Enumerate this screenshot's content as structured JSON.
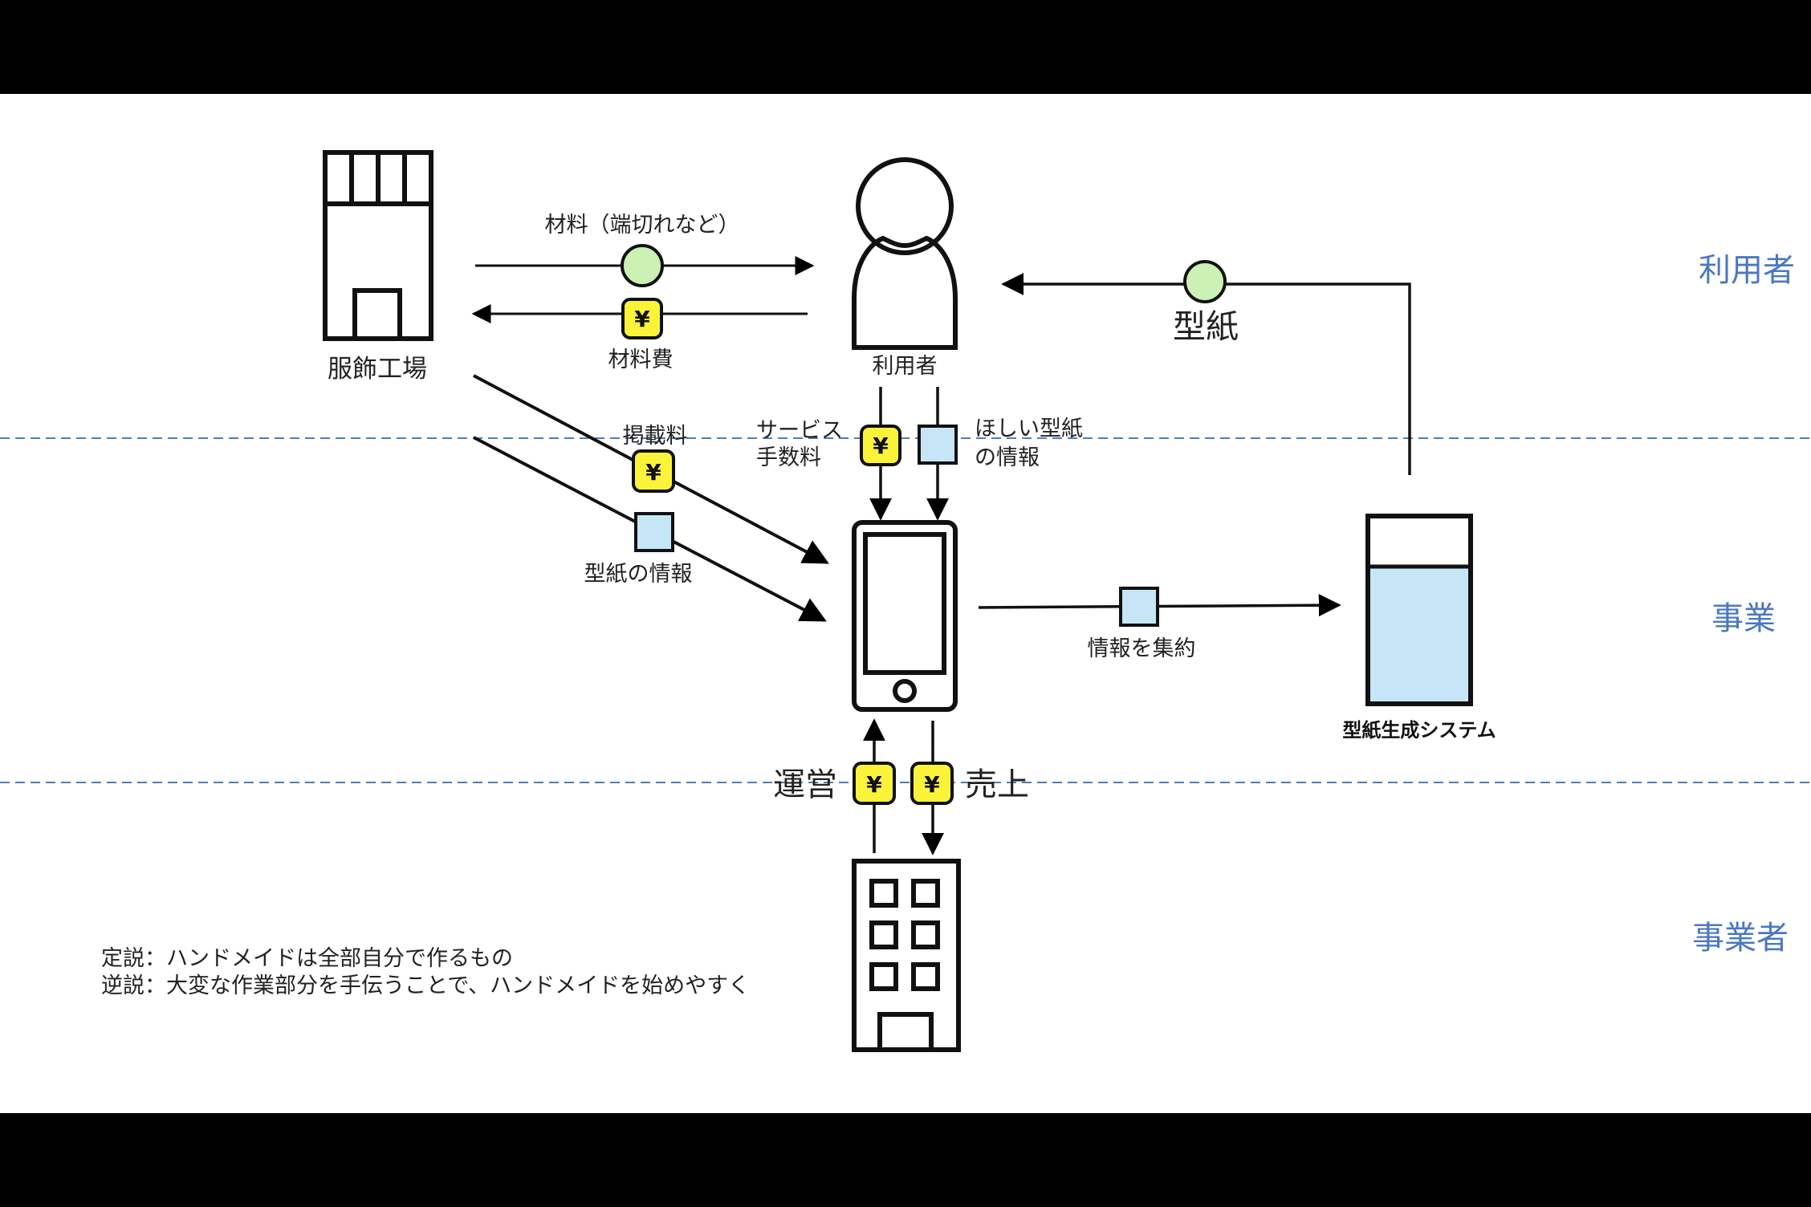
{
  "band_labels": {
    "user": "利用者",
    "business": "事業",
    "operator": "事業者"
  },
  "actors": {
    "factory": "服飾工場",
    "user": "利用者",
    "system": "型紙生成システム"
  },
  "flows": {
    "materials": "材料（端切れなど）",
    "material_cost": "材料費",
    "pattern": "型紙",
    "listing_fee_line1": "掲載料",
    "pattern_info": "型紙の情報",
    "service_fee_line1": "サービス",
    "service_fee_line2": "手数料",
    "wanted_line1": "ほしい型紙",
    "wanted_line2": "の情報",
    "aggregate": "情報を集約",
    "operation": "運営",
    "sales": "売上"
  },
  "yen_symbol": "¥",
  "hypothesis": {
    "line1": "定説：ハンドメイドは全部自分で作るもの",
    "line2": "逆説：大変な作業部分を手伝うことで、ハンドメイドを始めやすく"
  },
  "colors": {
    "money": "#fbf33a",
    "goods": "#ccf1b4",
    "info": "#c6e6f8",
    "band_line": "#4a7fb7",
    "band_text": "#4a78c2"
  }
}
